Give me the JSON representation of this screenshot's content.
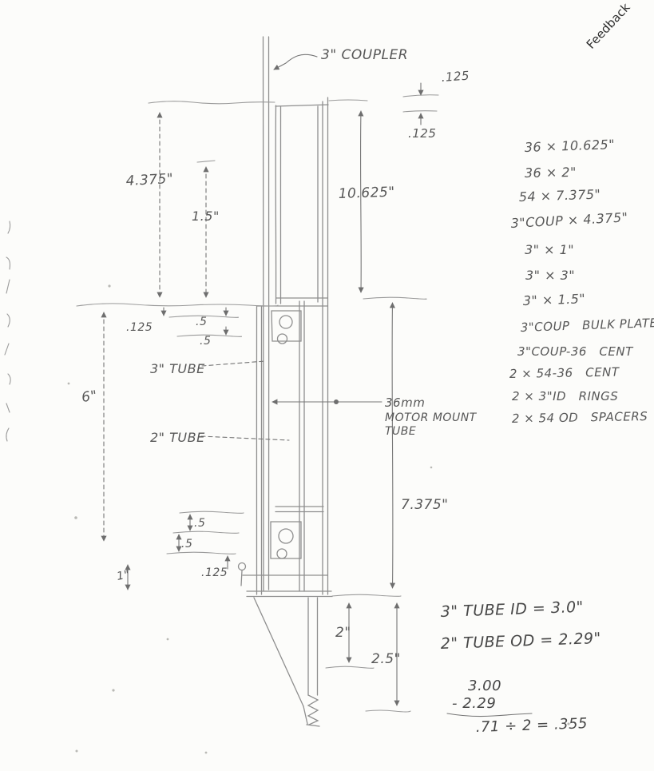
{
  "feedback": {
    "label": "Feedback"
  },
  "callouts": {
    "coupler": "3\" COUPLER",
    "tube3": "3\" TUBE",
    "tube2": "2\" TUBE",
    "motor_line1": "36mm",
    "motor_line2": "MOTOR MOUNT",
    "motor_line3": "TUBE"
  },
  "dims": {
    "wall_top_upper": ".125",
    "wall_top_lower": ".125",
    "len_4375": "4.375\"",
    "len_15": "1.5\"",
    "len_10625": "10.625\"",
    "wall_mid": ".125",
    "half_a": ".5",
    "half_b": ".5",
    "len_6": "6\"",
    "len_7375": "7.375\"",
    "half_c": ".5",
    "half_d": ".5",
    "wall_low": ".125",
    "len_1": "1\"",
    "len_2": "2\"",
    "len_25": "2.5\""
  },
  "cut_list": {
    "items": [
      "36 × 10.625\"",
      "36 × 2\"",
      "54 × 7.375\"",
      "3\"COUP × 4.375\"",
      "3\" × 1\"",
      "3\" × 3\"",
      "3\" × 1.5\"",
      "3\"COUP BULK PLATE",
      "3\"COUP-36 CENT",
      "2 × 54-36 CENT",
      "2 × 3\"ID RINGS",
      "2 × 54 OD SPACERS"
    ]
  },
  "notes": {
    "tube3_id": "3\" TUBE ID = 3.0\"",
    "tube2_od": "2\" TUBE OD = 2.29\"",
    "calc_top": "3.00",
    "calc_sub": "- 2.29",
    "calc_result": ".71 ÷ 2 = .355"
  }
}
